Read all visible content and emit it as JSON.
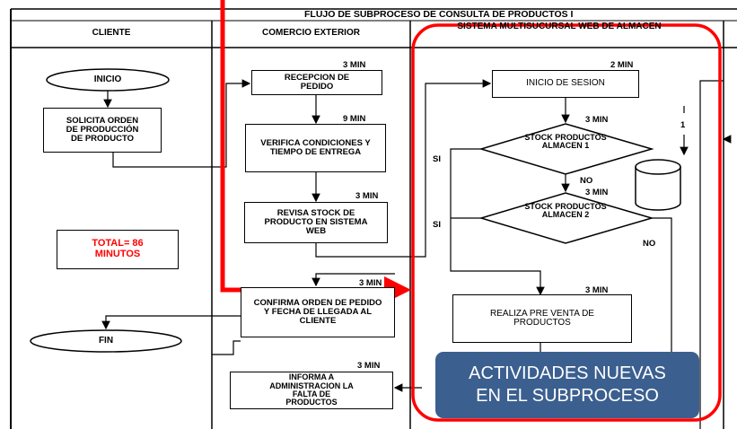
{
  "title": "FLUJO DE SUBPROCESO DE CONSULTA DE PRODUCTOS I",
  "lanes": {
    "cliente": "CLIENTE",
    "comercio": "COMERCIO EXTERIOR",
    "sistema": "SISTEMA MULTISUCURSAL WEB DE ALMACEN"
  },
  "nodes": {
    "inicio": "INICIO",
    "solicita": "SOLICITA ORDEN DE PRODUCCIÓN DE PRODUCTO",
    "total": "TOTAL= 86 MINUTOS",
    "fin": "FIN",
    "recepcion": "RECEPCION DE PEDIDO",
    "verifica": "VERIFICA CONDICIONES Y TIEMPO DE ENTREGA",
    "revisa": "REVISA STOCK DE PRODUCTO EN SISTEMA WEB",
    "confirma": "CONFIRMA ORDEN DE PEDIDO Y FECHA DE LLEGADA AL CLIENTE",
    "informa": "INFORMA A ADMINISTRACION LA FALTA DE PRODUCTOS",
    "inicio_sesion": "INICIO DE SESION",
    "stock1": "STOCK PRODUCTOS ALMACEN 1",
    "stock2": "STOCK PRODUCTOS ALMACEN 2",
    "preventa": "REALIZA PRE VENTA DE PRODUCTOS"
  },
  "times": {
    "recepcion": "3 MIN",
    "verifica": "9 MIN",
    "revisa": "3 MIN",
    "confirma": "3 MIN",
    "informa": "3 MIN",
    "inicio_sesion": "2 MIN",
    "stock1": "3 MIN",
    "stock2": "3 MIN",
    "preventa": "3 MIN"
  },
  "labels": {
    "si1": "SI",
    "si2": "SI",
    "no1": "NO",
    "no2": "NO",
    "one": "1"
  },
  "callout": {
    "line1": "ACTIVIDADES NUEVAS",
    "line2": "EN EL SUBPROCESO"
  },
  "colors": {
    "highlight": "#ff0000",
    "callout_bg": "#3b5f8f",
    "total_text": "#ff0000"
  }
}
